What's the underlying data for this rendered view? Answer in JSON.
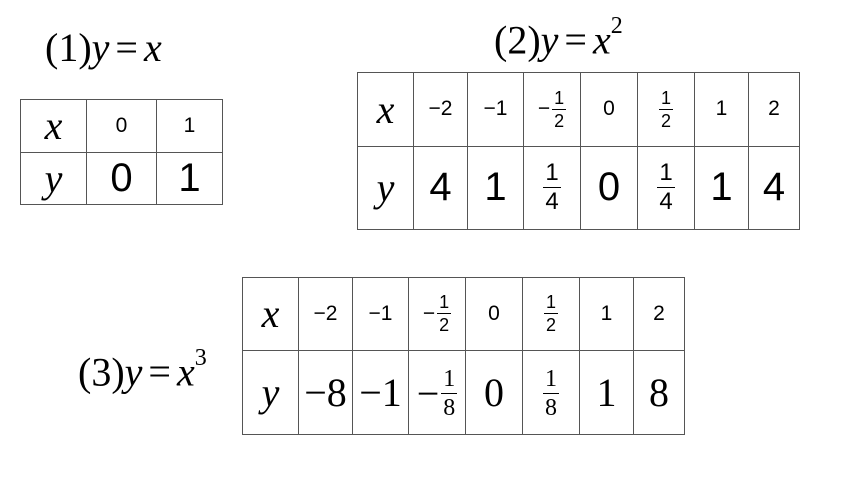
{
  "functions": [
    {
      "label": {
        "index": "(1)",
        "lhs": "y",
        "eq": "=",
        "rhs": "x",
        "exp": ""
      },
      "table": {
        "x_header": "x",
        "y_header": "y",
        "x_values": [
          {
            "text": "0"
          },
          {
            "text": "1"
          }
        ],
        "y_values": [
          {
            "text": "0"
          },
          {
            "text": "1"
          }
        ]
      }
    },
    {
      "label": {
        "index": "(2)",
        "lhs": "y",
        "eq": "=",
        "rhs": "x",
        "exp": "2"
      },
      "table": {
        "x_header": "x",
        "y_header": "y",
        "x_values": [
          {
            "text": "−2"
          },
          {
            "text": "−1"
          },
          {
            "sign": "−",
            "num": "1",
            "den": "2"
          },
          {
            "text": "0"
          },
          {
            "sign": "",
            "num": "1",
            "den": "2"
          },
          {
            "text": "1"
          },
          {
            "text": "2"
          }
        ],
        "y_values": [
          {
            "text": "4"
          },
          {
            "text": "1"
          },
          {
            "sign": "",
            "num": "1",
            "den": "4"
          },
          {
            "text": "0"
          },
          {
            "sign": "",
            "num": "1",
            "den": "4"
          },
          {
            "text": "1"
          },
          {
            "text": "4"
          }
        ]
      }
    },
    {
      "label": {
        "index": "(3)",
        "lhs": "y",
        "eq": "=",
        "rhs": "x",
        "exp": "3"
      },
      "table": {
        "x_header": "x",
        "y_header": "y",
        "x_values": [
          {
            "text": "−2"
          },
          {
            "text": "−1"
          },
          {
            "sign": "−",
            "num": "1",
            "den": "2"
          },
          {
            "text": "0"
          },
          {
            "sign": "",
            "num": "1",
            "den": "2"
          },
          {
            "text": "1"
          },
          {
            "text": "2"
          }
        ],
        "y_values": [
          {
            "text": "−8"
          },
          {
            "text": "−1"
          },
          {
            "sign": "−",
            "num": "1",
            "den": "8"
          },
          {
            "text": "0"
          },
          {
            "sign": "",
            "num": "1",
            "den": "8"
          },
          {
            "text": "1"
          },
          {
            "text": "8"
          }
        ]
      }
    }
  ]
}
